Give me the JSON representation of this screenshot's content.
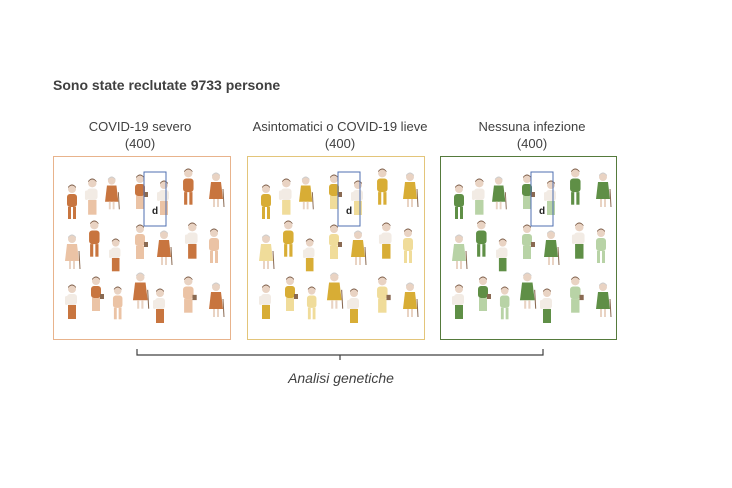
{
  "title": "Sono state reclutate 9733 persone",
  "groups": [
    {
      "name": "COVID-19 severo",
      "count": "(400)",
      "color": "#c8753f",
      "light": "#ebc3a5",
      "border": "#e8b38c"
    },
    {
      "name": "Asintomatici o COVID-19 lieve",
      "count": "(400)",
      "color": "#d8ad35",
      "light": "#f0dc9a",
      "border": "#e3c57a"
    },
    {
      "name": "Nessuna infezione",
      "count": "(400)",
      "color": "#5f8f46",
      "light": "#b8d3a6",
      "border": "#557a3c"
    }
  ],
  "highlight_label": "d",
  "caption": "Analisi genetiche"
}
